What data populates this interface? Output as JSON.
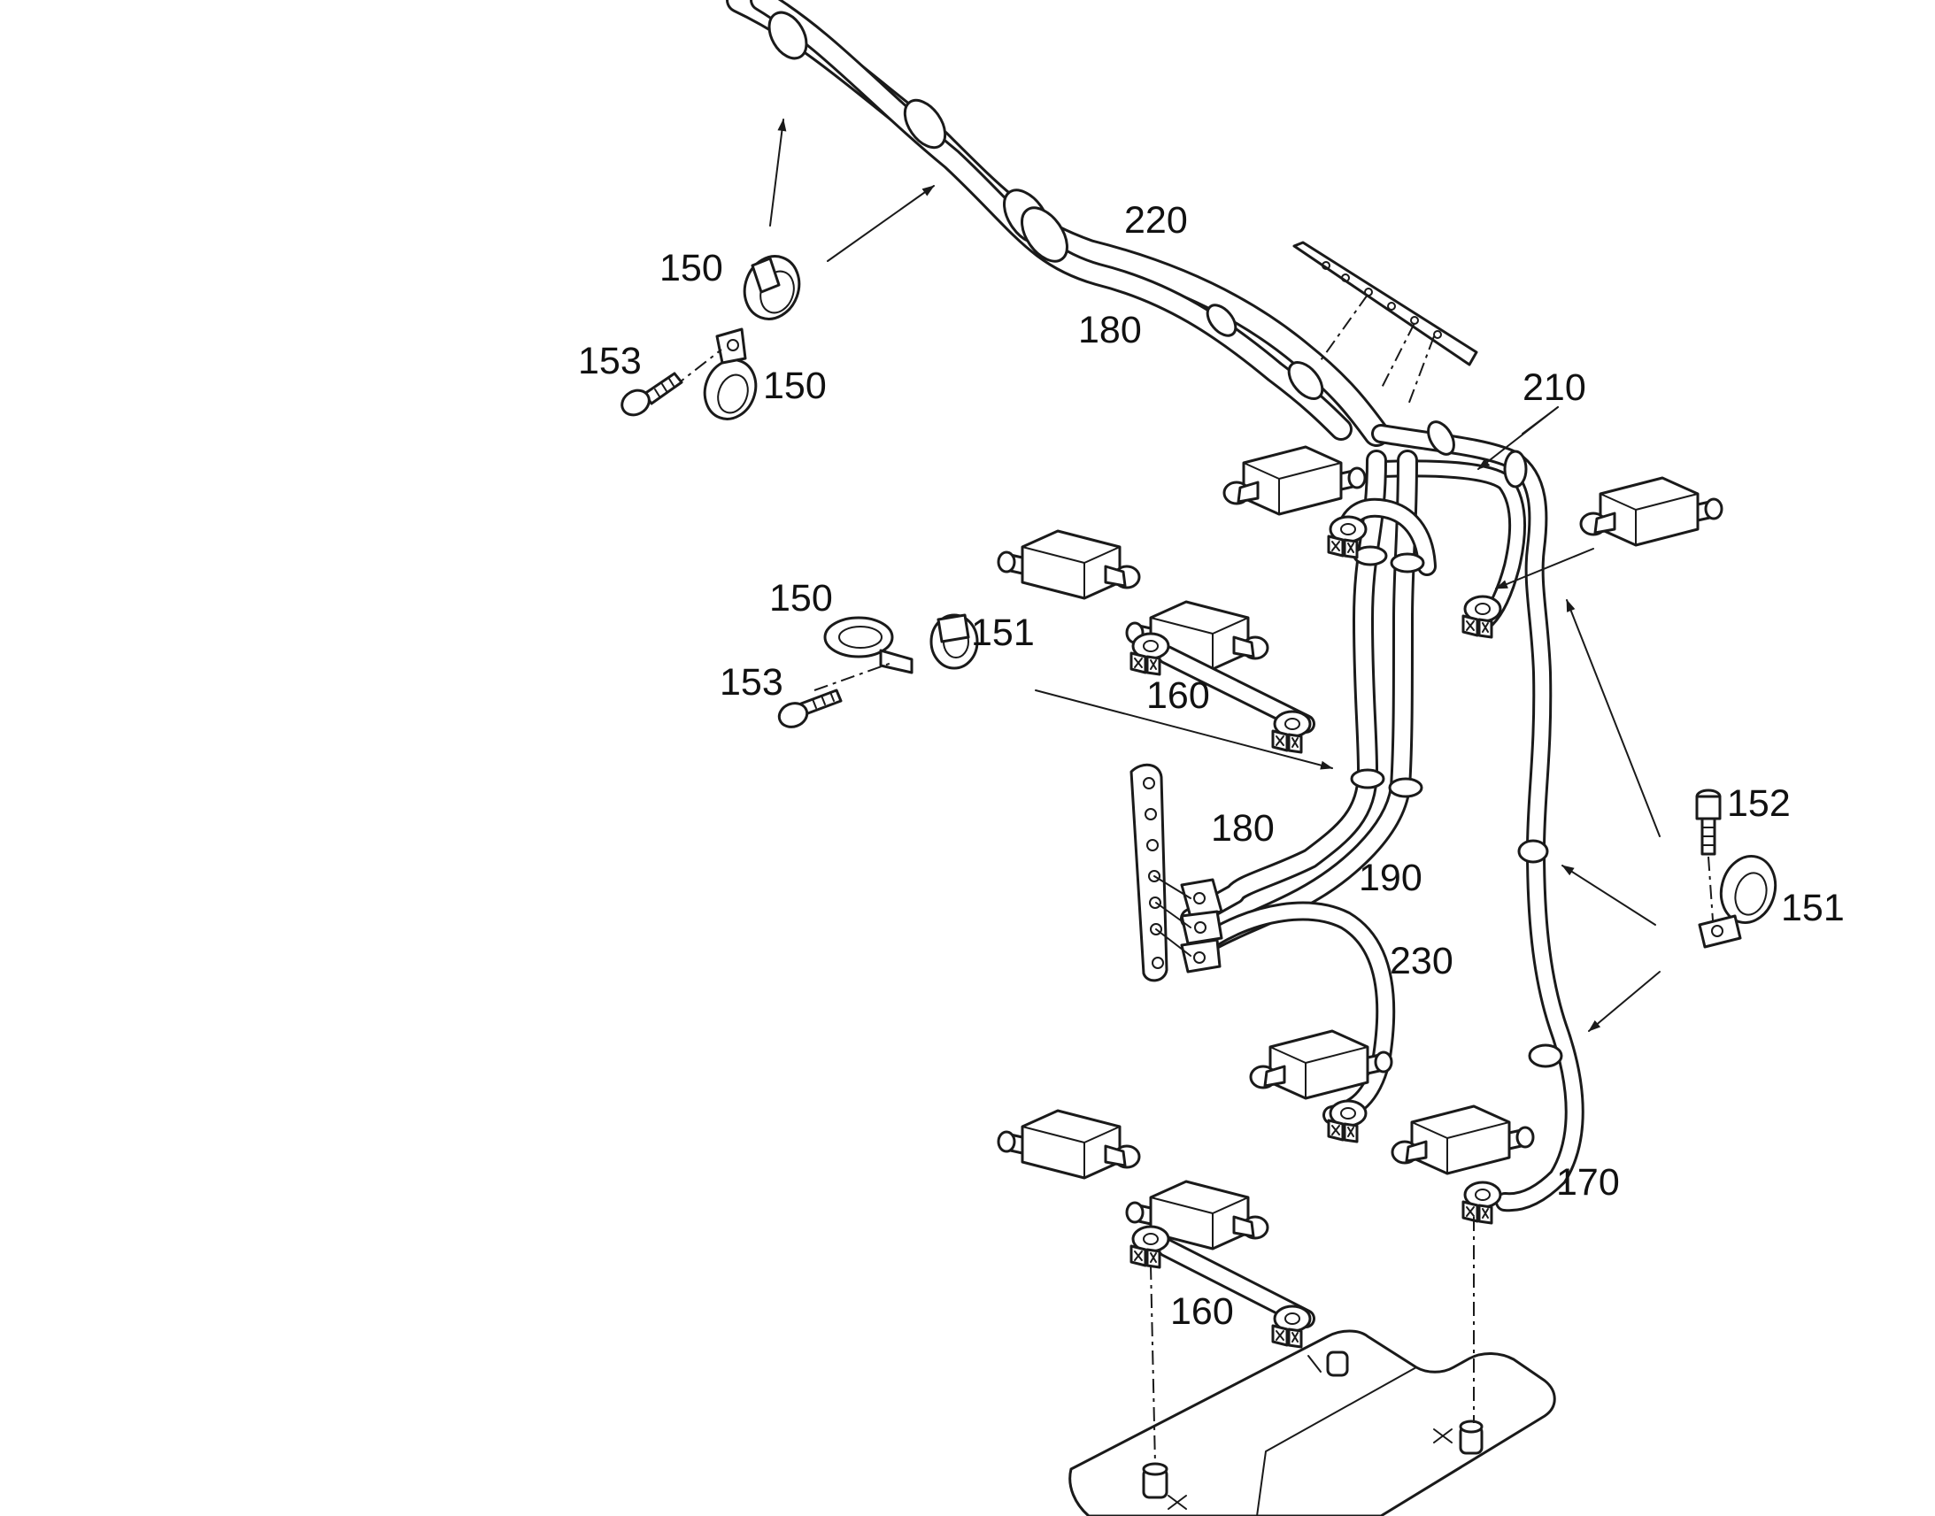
{
  "diagram": {
    "callouts": [
      {
        "id": "c220",
        "text": "220"
      },
      {
        "id": "c180a",
        "text": "180"
      },
      {
        "id": "c150a",
        "text": "150"
      },
      {
        "id": "c153a",
        "text": "153"
      },
      {
        "id": "c150b",
        "text": "150"
      },
      {
        "id": "c210",
        "text": "210"
      },
      {
        "id": "c150c",
        "text": "150"
      },
      {
        "id": "c151a",
        "text": "151"
      },
      {
        "id": "c153b",
        "text": "153"
      },
      {
        "id": "c160a",
        "text": "160"
      },
      {
        "id": "c152",
        "text": "152"
      },
      {
        "id": "c180b",
        "text": "180"
      },
      {
        "id": "c190",
        "text": "190"
      },
      {
        "id": "c151b",
        "text": "151"
      },
      {
        "id": "c230",
        "text": "230"
      },
      {
        "id": "c170",
        "text": "170"
      },
      {
        "id": "c160b",
        "text": "160"
      }
    ]
  },
  "colors": {
    "line": "#1a1a1a",
    "background": "#ffffff",
    "text": "#111111"
  }
}
